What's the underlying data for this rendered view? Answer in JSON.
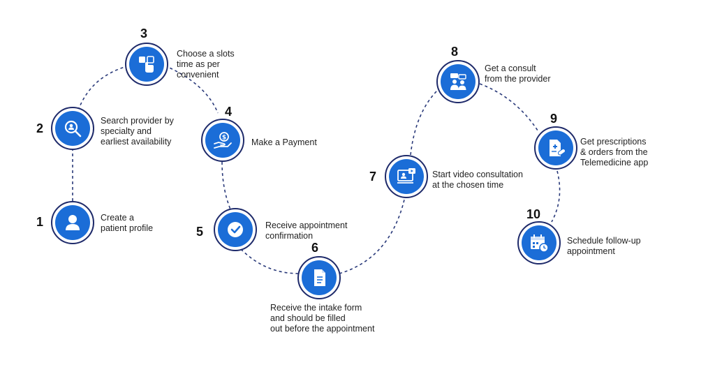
{
  "colors": {
    "node_fill": "#1b6dd7",
    "node_ring": "#1e2a6a",
    "connector": "#2a3a7a"
  },
  "steps": [
    {
      "number": "1",
      "icon": "user-icon",
      "label": "Create a\npatient profile"
    },
    {
      "number": "2",
      "icon": "search-provider-icon",
      "label": "Search provider by\nspecialty and\nearliest availability"
    },
    {
      "number": "3",
      "icon": "tap-slot-icon",
      "label": "Choose a slots\ntime as per\nconvenient"
    },
    {
      "number": "4",
      "icon": "payment-icon",
      "label": "Make a Payment"
    },
    {
      "number": "5",
      "icon": "checkmark-icon",
      "label": "Receive appointment\nconfirmation"
    },
    {
      "number": "6",
      "icon": "form-icon",
      "label": "Receive the intake form\nand should be filled\nout before the appointment"
    },
    {
      "number": "7",
      "icon": "video-call-icon",
      "label": "Start video consultation\nat the chosen time"
    },
    {
      "number": "8",
      "icon": "consult-icon",
      "label": "Get a consult\nfrom the provider"
    },
    {
      "number": "9",
      "icon": "prescription-icon",
      "label": "Get prescriptions\n& orders from the\nTelemedicine app"
    },
    {
      "number": "10",
      "icon": "calendar-clock-icon",
      "label": "Schedule follow-up\nappointment"
    }
  ]
}
